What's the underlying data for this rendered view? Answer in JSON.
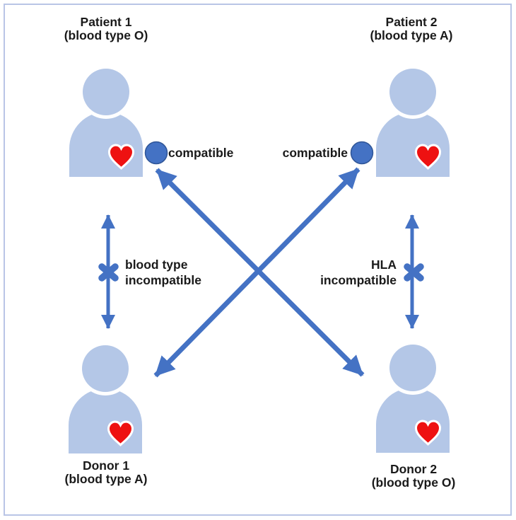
{
  "persons": [
    {
      "title": "Patient 1",
      "subtitle": "(blood type O)"
    },
    {
      "title": "Patient 2",
      "subtitle": "(blood type A)"
    },
    {
      "title": "Donor 1",
      "subtitle": "(blood type A)"
    },
    {
      "title": "Donor 2",
      "subtitle": "(blood type O)"
    }
  ],
  "labels": {
    "compatible_left": "compatible",
    "compatible_right": "compatible",
    "blood_line1": "blood type",
    "blood_line2": "incompatible",
    "hla_line1": "HLA",
    "hla_line2": "incompatible"
  },
  "colors": {
    "person_fill": "#b4c7e7",
    "arrow_blue": "#4472c4",
    "circle_fill": "#4472c4",
    "circle_border": "#2f5597",
    "heart_red": "#ee1111",
    "text": "#1a1a1a",
    "frame_border": "#b9c5e6"
  }
}
